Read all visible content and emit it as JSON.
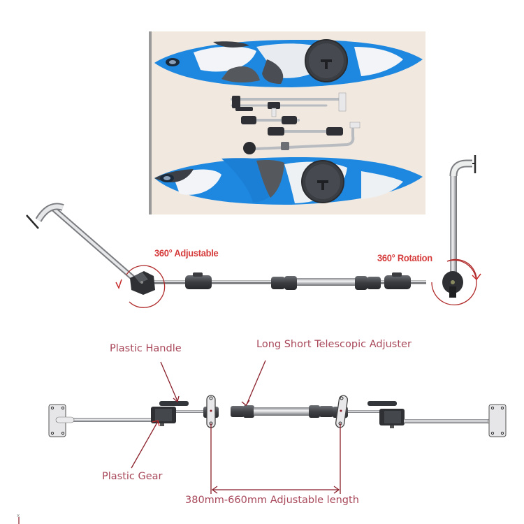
{
  "photo": {
    "description": "Product photo: two blue/white/grey camo kayak outrigger floats with hatch covers, and stabilizer arm components laid out between them",
    "float_colors": {
      "blue": "#1e88e0",
      "white": "#f2f4f7",
      "grey": "#55595e",
      "hatch": "#3a3d42"
    },
    "background": "#f1e8df"
  },
  "top_diagram": {
    "labels": {
      "left_joint": "360° Adjustable",
      "right_joint": "360° Rotation"
    },
    "accent_color": "#d63b3b"
  },
  "bottom_diagram": {
    "labels": {
      "plastic_handle": "Plastic Handle",
      "telescopic_adjuster": "Long Short Telescopic Adjuster",
      "plastic_gear": "Plastic Gear",
      "adjustable_length": "380mm-660mm Adjustable length"
    },
    "label_color": "#a8485a",
    "arrow_color": "#8a1f2a"
  }
}
